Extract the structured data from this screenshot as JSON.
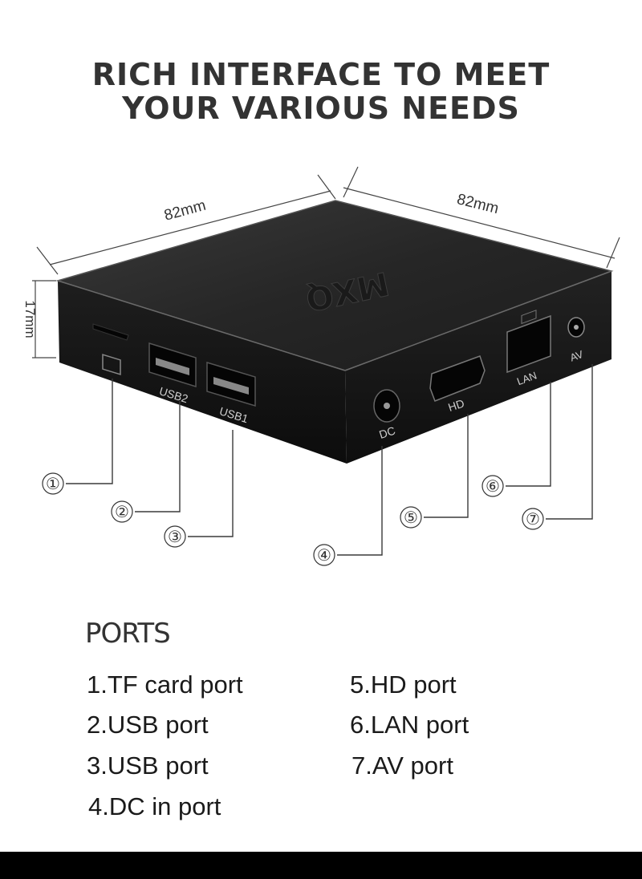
{
  "headline": {
    "line1": "RICH INTERFACE TO MEET",
    "line2": "YOUR VARIOUS NEEDS"
  },
  "dimensions": {
    "left_width": "82mm",
    "right_width": "82mm",
    "height": "17mm"
  },
  "device": {
    "logo": "MXQ",
    "port_labels": {
      "usb2": "USB2",
      "usb1": "USB1",
      "dc": "DC",
      "hd": "HD",
      "lan": "LAN",
      "av": "AV"
    }
  },
  "callouts": [
    "①",
    "②",
    "③",
    "④",
    "⑤",
    "⑥",
    "⑦"
  ],
  "ports": {
    "heading": "PORTS",
    "items": [
      "1.TF card port",
      "2.USB port",
      "3.USB port",
      "4.DC in port",
      "5.HD port",
      "6.LAN port",
      "7.AV port"
    ]
  },
  "colors": {
    "device_body": "#141414",
    "device_top": "#2a2a2a",
    "line": "#3a3a3a",
    "text_dark": "#333333"
  }
}
